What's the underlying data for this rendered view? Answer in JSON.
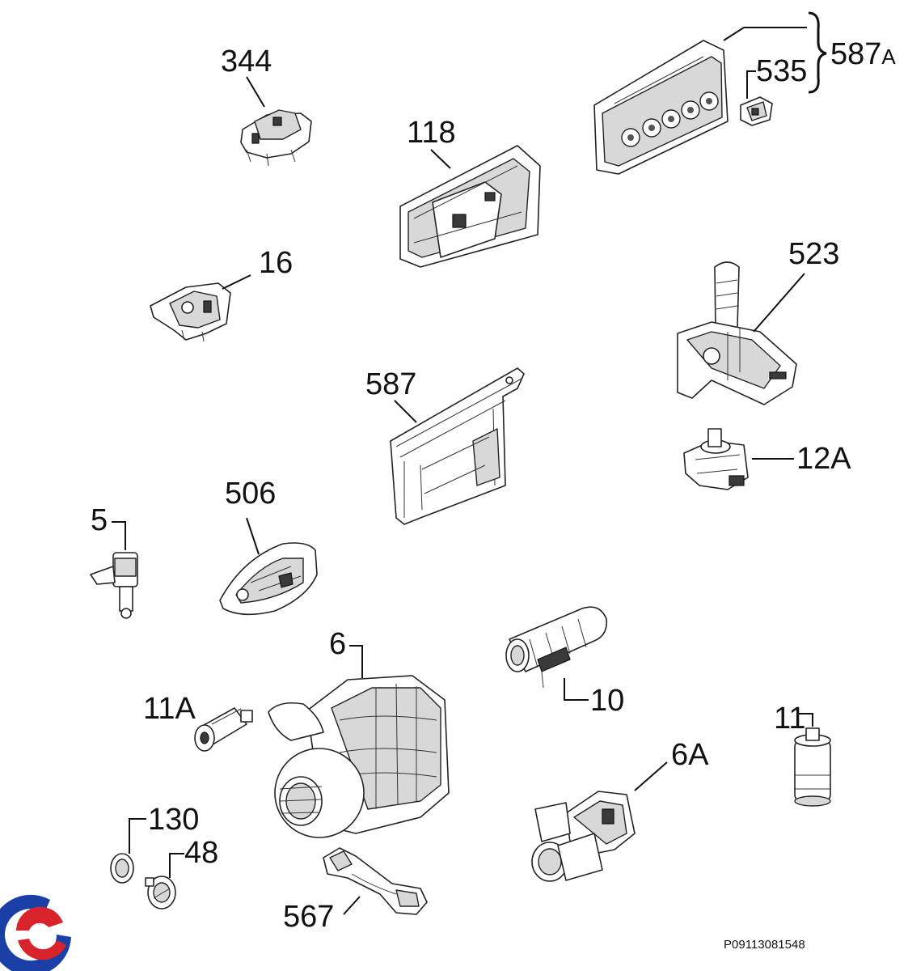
{
  "diagram": {
    "reference_code": "P09113081548",
    "parts": [
      {
        "id": "344",
        "label": "344"
      },
      {
        "id": "118",
        "label": "118"
      },
      {
        "id": "587A",
        "label": "587",
        "suffix": "A"
      },
      {
        "id": "535",
        "label": "535"
      },
      {
        "id": "16",
        "label": "16"
      },
      {
        "id": "523",
        "label": "523"
      },
      {
        "id": "587",
        "label": "587"
      },
      {
        "id": "12A",
        "label": "12A"
      },
      {
        "id": "5",
        "label": "5"
      },
      {
        "id": "506",
        "label": "506"
      },
      {
        "id": "6",
        "label": "6"
      },
      {
        "id": "10",
        "label": "10"
      },
      {
        "id": "11A",
        "label": "11A"
      },
      {
        "id": "11",
        "label": "11"
      },
      {
        "id": "6A",
        "label": "6A"
      },
      {
        "id": "130",
        "label": "130"
      },
      {
        "id": "48",
        "label": "48"
      },
      {
        "id": "567",
        "label": "567"
      }
    ],
    "logo": {
      "name": "brand-logo",
      "colors": [
        "#1a3fa6",
        "#d8232a"
      ]
    }
  }
}
